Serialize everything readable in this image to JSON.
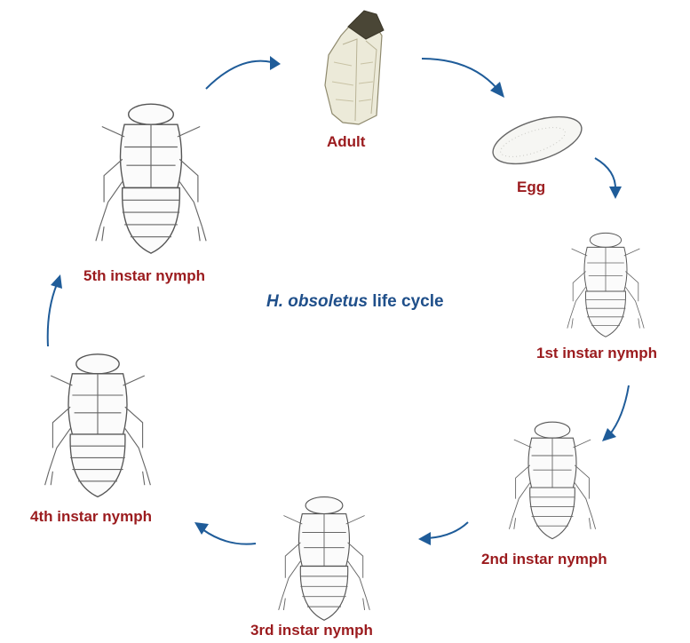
{
  "title": {
    "species": "H. obsoletus",
    "rest": "life cycle"
  },
  "stages": {
    "adult": "Adult",
    "egg": "Egg",
    "nymph1": "1st instar nymph",
    "nymph2": "2nd instar nymph",
    "nymph3": "3rd instar nymph",
    "nymph4": "4th instar nymph",
    "nymph5": "5th instar nymph"
  },
  "colors": {
    "stage_label": "#9b1b1e",
    "title": "#1f4f8a",
    "arrow": "#1f5c99"
  }
}
